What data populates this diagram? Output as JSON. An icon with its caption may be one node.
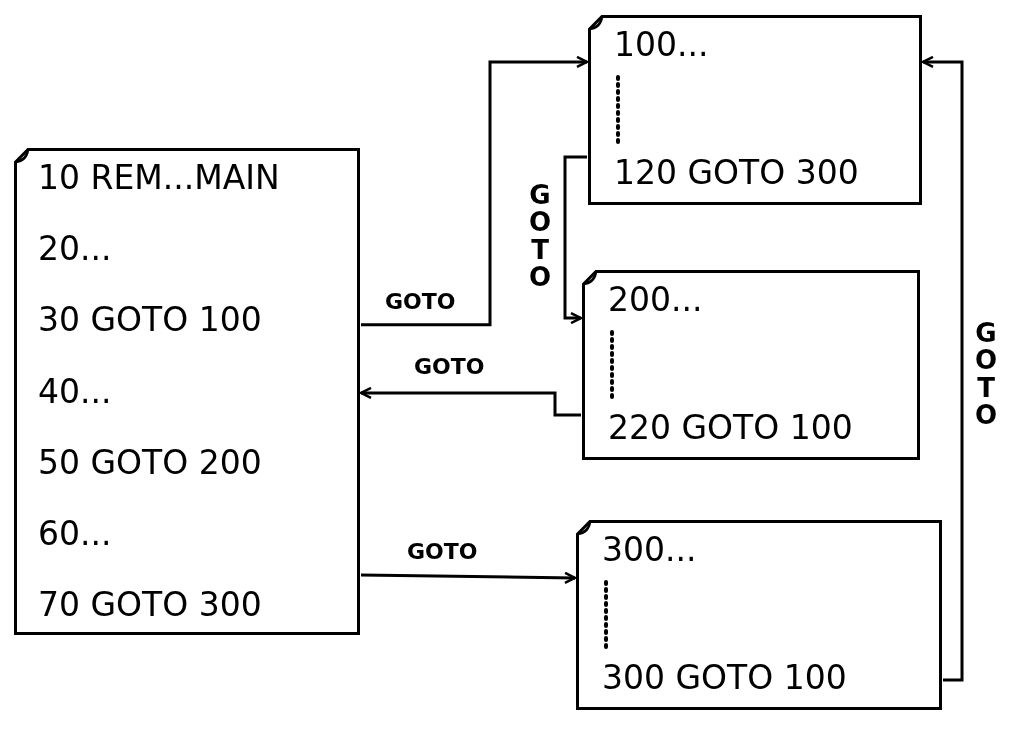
{
  "diagram": {
    "nodes": [
      {
        "text": [
          "10 REM...MAIN",
          "20...",
          "30 GOTO 100",
          "40...",
          "50 GOTO 200",
          "60...",
          "70 GOTO 300"
        ]
      },
      {
        "text": [
          "100...",
          "120 GOTO 300"
        ]
      },
      {
        "text": [
          "200...",
          "220 GOTO 100"
        ]
      },
      {
        "text": [
          "300...",
          "300 GOTO 100"
        ]
      }
    ],
    "edges": [
      {
        "from": 0,
        "to": 1,
        "arrow": "to",
        "label": "GOTO"
      },
      {
        "from": 1,
        "to": 2,
        "arrow": "to",
        "label": "GOTO"
      },
      {
        "from": 2,
        "to": 0,
        "arrow": "to",
        "label": "GOTO"
      },
      {
        "from": 0,
        "to": 3,
        "arrow": "to",
        "label": "GOTO"
      },
      {
        "from": 3,
        "to": 1,
        "arrow": "to",
        "label": "GOTO"
      }
    ]
  }
}
